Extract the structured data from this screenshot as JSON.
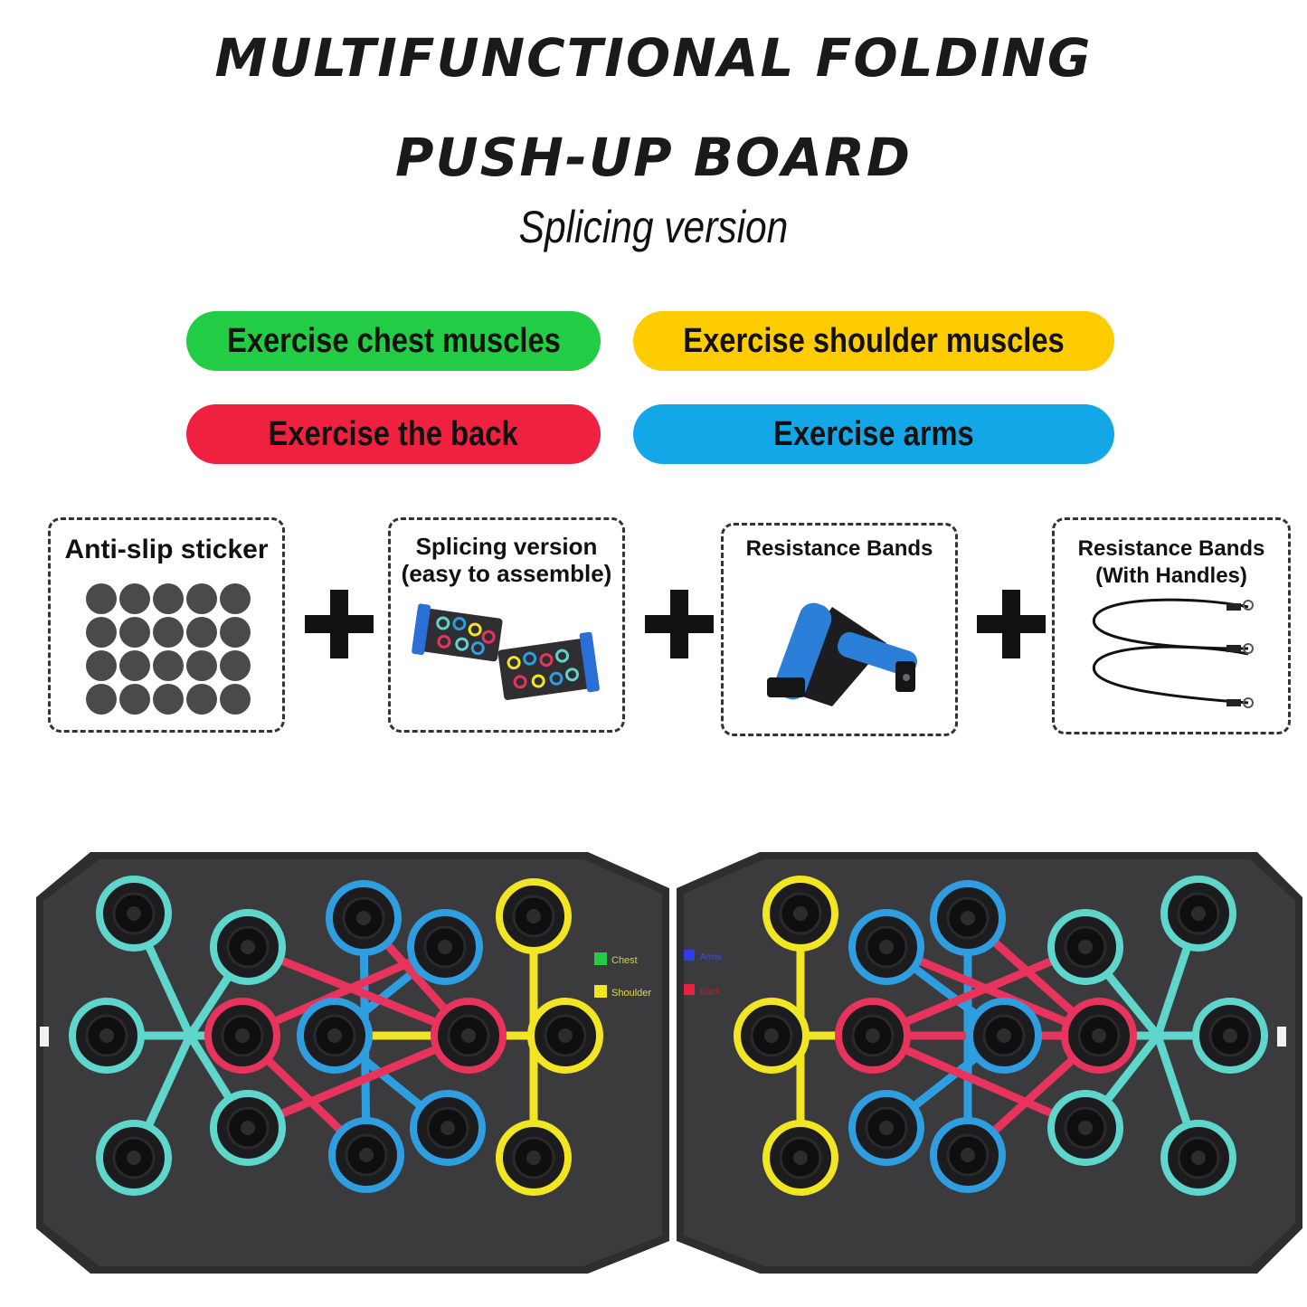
{
  "title": {
    "line1": "MULTIFUNCTIONAL FOLDING",
    "line2": "PUSH-UP BOARD",
    "subtitle": "Splicing version"
  },
  "tags": [
    {
      "label": "Exercise chest muscles",
      "color": "#22cc44"
    },
    {
      "label": "Exercise shoulder muscles",
      "color": "#ffcc00"
    },
    {
      "label": "Exercise the back",
      "color": "#f0213f"
    },
    {
      "label": "Exercise arms",
      "color": "#14a7e8"
    }
  ],
  "accessories": [
    {
      "label": "Anti-slip sticker",
      "icon": "anti-slip-sticker-sheet-icon"
    },
    {
      "label": "Splicing version",
      "label2": "(easy to assemble)",
      "icon": "splicing-board-icon"
    },
    {
      "label": "Resistance Bands",
      "icon": "push-up-handle-icon"
    },
    {
      "label": "Resistance Bands",
      "label2": "(With Handles)",
      "icon": "resistance-band-cord-icon"
    }
  ],
  "board": {
    "colors": {
      "board": "#3b3b3e",
      "cyan": "#5fd6cc",
      "blue": "#2f9ee0",
      "yellow": "#f2e521",
      "red": "#e8345c"
    },
    "legend": [
      {
        "color": "#22cc44",
        "label": "Chest"
      },
      {
        "color": "#f2e521",
        "label": "Shoulder"
      },
      {
        "color": "#2f3fe8",
        "label": "Arms"
      },
      {
        "color": "#e8213f",
        "label": "Back"
      }
    ]
  }
}
